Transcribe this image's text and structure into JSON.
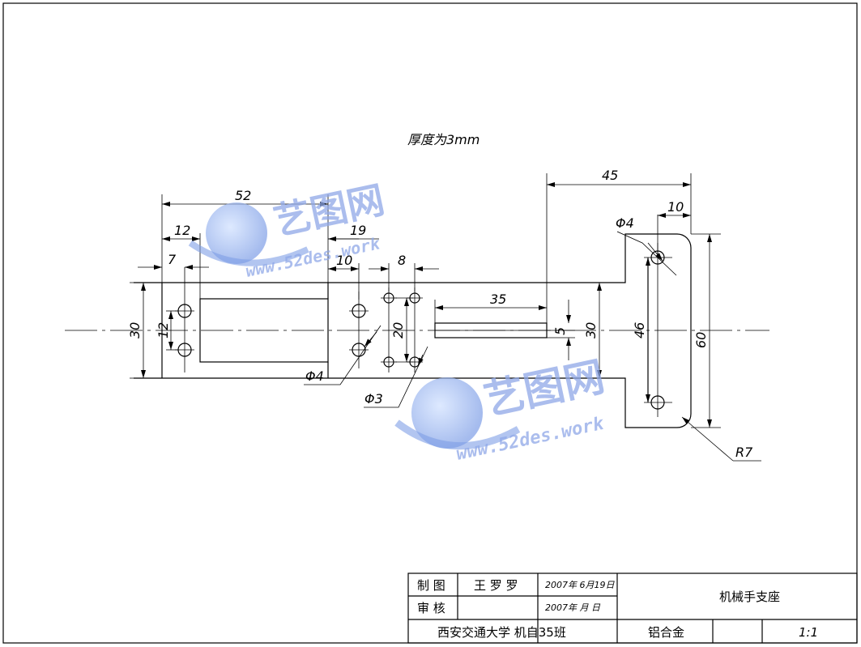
{
  "drawing": {
    "note": "厚度为3mm",
    "dimensions": {
      "d52": "52",
      "d12_top": "12",
      "d19": "19",
      "d7": "7",
      "d10_left": "10",
      "d8": "8",
      "d30_left": "30",
      "d12_left": "12",
      "d20": "20",
      "d35": "35",
      "d5": "5",
      "d30_mid": "30",
      "d45": "45",
      "d10_right": "10",
      "d46": "46",
      "d60": "60",
      "phi4_top": "Φ4",
      "phi4_bottom": "Φ4",
      "phi3": "Φ3",
      "r7": "R7"
    }
  },
  "watermark": {
    "brand": "艺图网",
    "url": "www.52des.work"
  },
  "title_block": {
    "drawn_label": "制 图",
    "drawn_name": "王 罗 罗",
    "drawn_date": "2007年 6月19日",
    "check_label": "审 核",
    "check_date": "2007年  月  日",
    "part_name": "机械手支座",
    "school": "西安交通大学  机自35班",
    "material": "铝合金",
    "scale": "1:1"
  }
}
